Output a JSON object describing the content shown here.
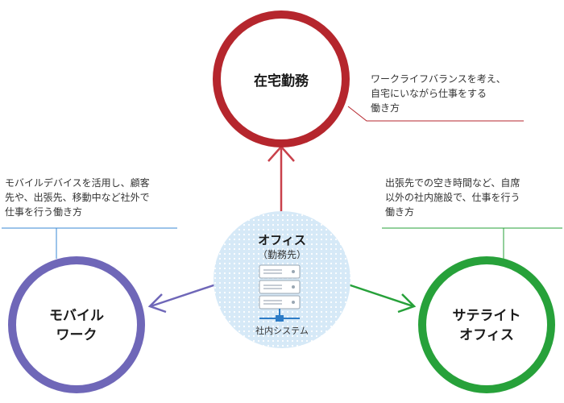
{
  "nodes": {
    "home": {
      "label": "在宅勤務",
      "description": "ワークライフバランスを考え、\n自宅にいながら仕事をする\n働き方",
      "color": "#b5262d"
    },
    "mobile": {
      "label_line1": "モバイル",
      "label_line2": "ワーク",
      "description": "モバイルデバイスを活用し、顧客\n先や、出張先、移動中など社外で\n仕事を行う働き方",
      "color": "#6f67b8"
    },
    "satellite": {
      "label_line1": "サテライト",
      "label_line2": "オフィス",
      "description": "出張先での空き時間など、自席\n以外の社内施設で、仕事を行う\n働き方",
      "color": "#27a13a"
    }
  },
  "center": {
    "title": "オフィス",
    "subtitle": "（勤務先）",
    "system_label": "社内システム",
    "fill_color": "#cfe6f6",
    "icon": "server-icon"
  }
}
